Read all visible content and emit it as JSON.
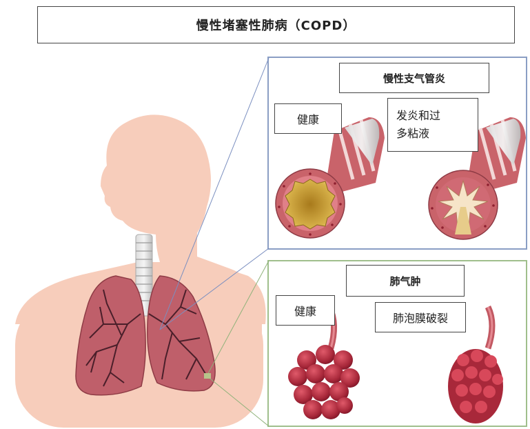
{
  "title": "慢性堵塞性肺病（COPD）",
  "bronchitis": {
    "header": "慢性支气管炎",
    "healthy_label": "健康",
    "diseased_line1": "发炎和过",
    "diseased_line2": "多粘液"
  },
  "emphysema": {
    "header": "肺气肿",
    "healthy_label": "健康",
    "diseased_label": "肺泡膜破裂"
  },
  "colors": {
    "skin": "#f7cdbb",
    "lung": "#b85560",
    "bronchus_wall": "#c9636a",
    "mucus": "#d8b24a",
    "top_panel_border": "#8a9ec4",
    "bottom_panel_border": "#9fbf8c"
  }
}
